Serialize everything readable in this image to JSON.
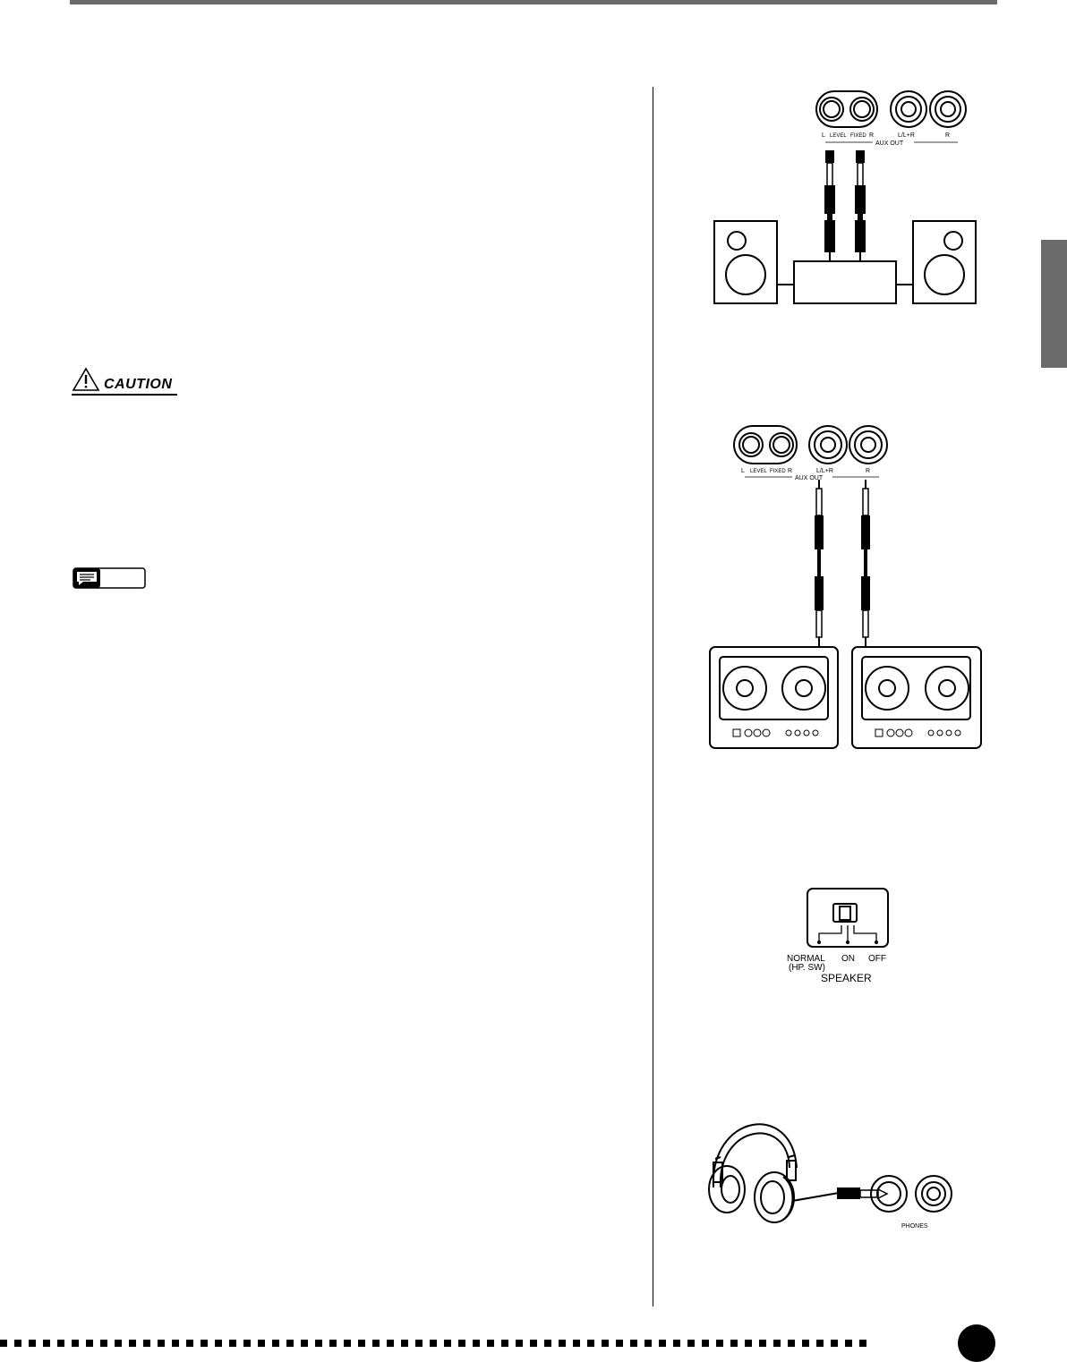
{
  "caution": {
    "label": "CAUTION"
  },
  "fig_aux_stereo": {
    "jack_labels": {
      "l": "L",
      "level": "LEVEL",
      "fixed": "FIXED",
      "r": "R",
      "l_l_r": "L/L+R",
      "r2": "R"
    },
    "group_label": "AUX OUT"
  },
  "fig_aux_tape": {
    "jack_labels": {
      "l": "L",
      "level": "LEVEL",
      "fixed": "FIXED",
      "r": "R",
      "l_l_r": "L/L+R",
      "r2": "R"
    },
    "group_label": "AUX OUT"
  },
  "fig_speaker_switch": {
    "normal": "NORMAL",
    "hp_sw": "(HP. SW)",
    "on": "ON",
    "off": "OFF",
    "title": "SPEAKER"
  },
  "fig_headphones": {
    "label": "PHONES"
  }
}
